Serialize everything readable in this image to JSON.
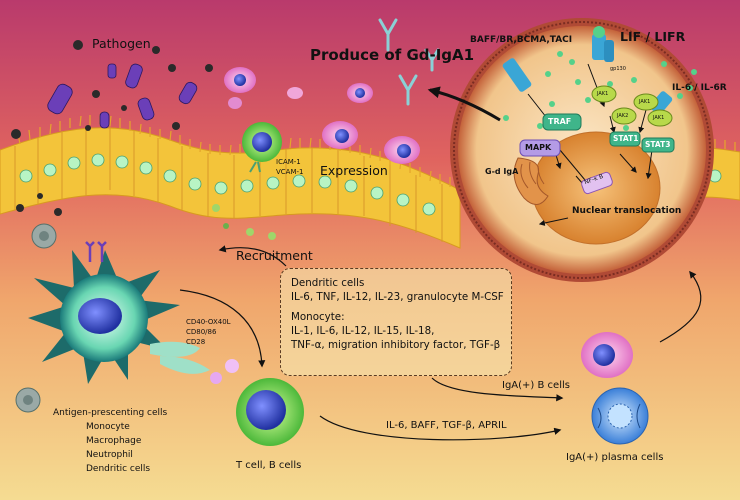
{
  "labels": {
    "pathogen": "Pathogen",
    "produce": "Produce of Gd-IgA1",
    "baff_receptors": "BAFF/BR,BCMA,TACI",
    "lif": "LIF / LIFR",
    "il6": "IL-6 / IL-6R",
    "icam": "ICAM-1",
    "vcam": "VCAM-1",
    "expression": "Expression",
    "recruitment": "Recruitment",
    "costim": [
      "CD40-OX40L",
      "CD80/86",
      "CD28"
    ],
    "apc_title": "Antigen-prescenting cells",
    "apc_types": [
      "Monocyte",
      "Macrophage",
      "Neutrophil",
      "Dendritic cells"
    ],
    "t_b_cells": "T cell, B cells",
    "iga_b": "IgA(+) B cells",
    "iga_plasma": "IgA(+) plasma cells",
    "cytokines_tb": "IL-6, BAFF, TGF-β, APRIL",
    "traf": "TRAF",
    "mapk": "MAPK",
    "stat1": "STAT1",
    "stat3": "STAT3",
    "gd_iga": "G-d IgA",
    "nuclear": "Nuclear translocation",
    "nfkb": "NF-κ B",
    "jak1": "JAK1",
    "jak2": "JAK2",
    "gp130": "gp130"
  },
  "info_box": {
    "dc_title": "Dendritic cells",
    "dc_line": "IL-6, TNF, IL-12, IL-23, granulocyte M-CSF",
    "mono_title": "Monocyte:",
    "mono_line1": "IL-1, IL-6, IL-12, IL-15, IL-18,",
    "mono_line2": "TNF-α, migration inhibitory factor, TGF-β"
  },
  "colors": {
    "bg_top": "#c0416e",
    "bg_mid": "#e8755e",
    "bg_bottom": "#f3d78a",
    "epithelium": "#f3c43a",
    "receptor_blue": "#3aa6d6",
    "jak_green": "#b8d94a",
    "nucleus": "#e8a24a",
    "stat_green": "#3fb58a"
  }
}
